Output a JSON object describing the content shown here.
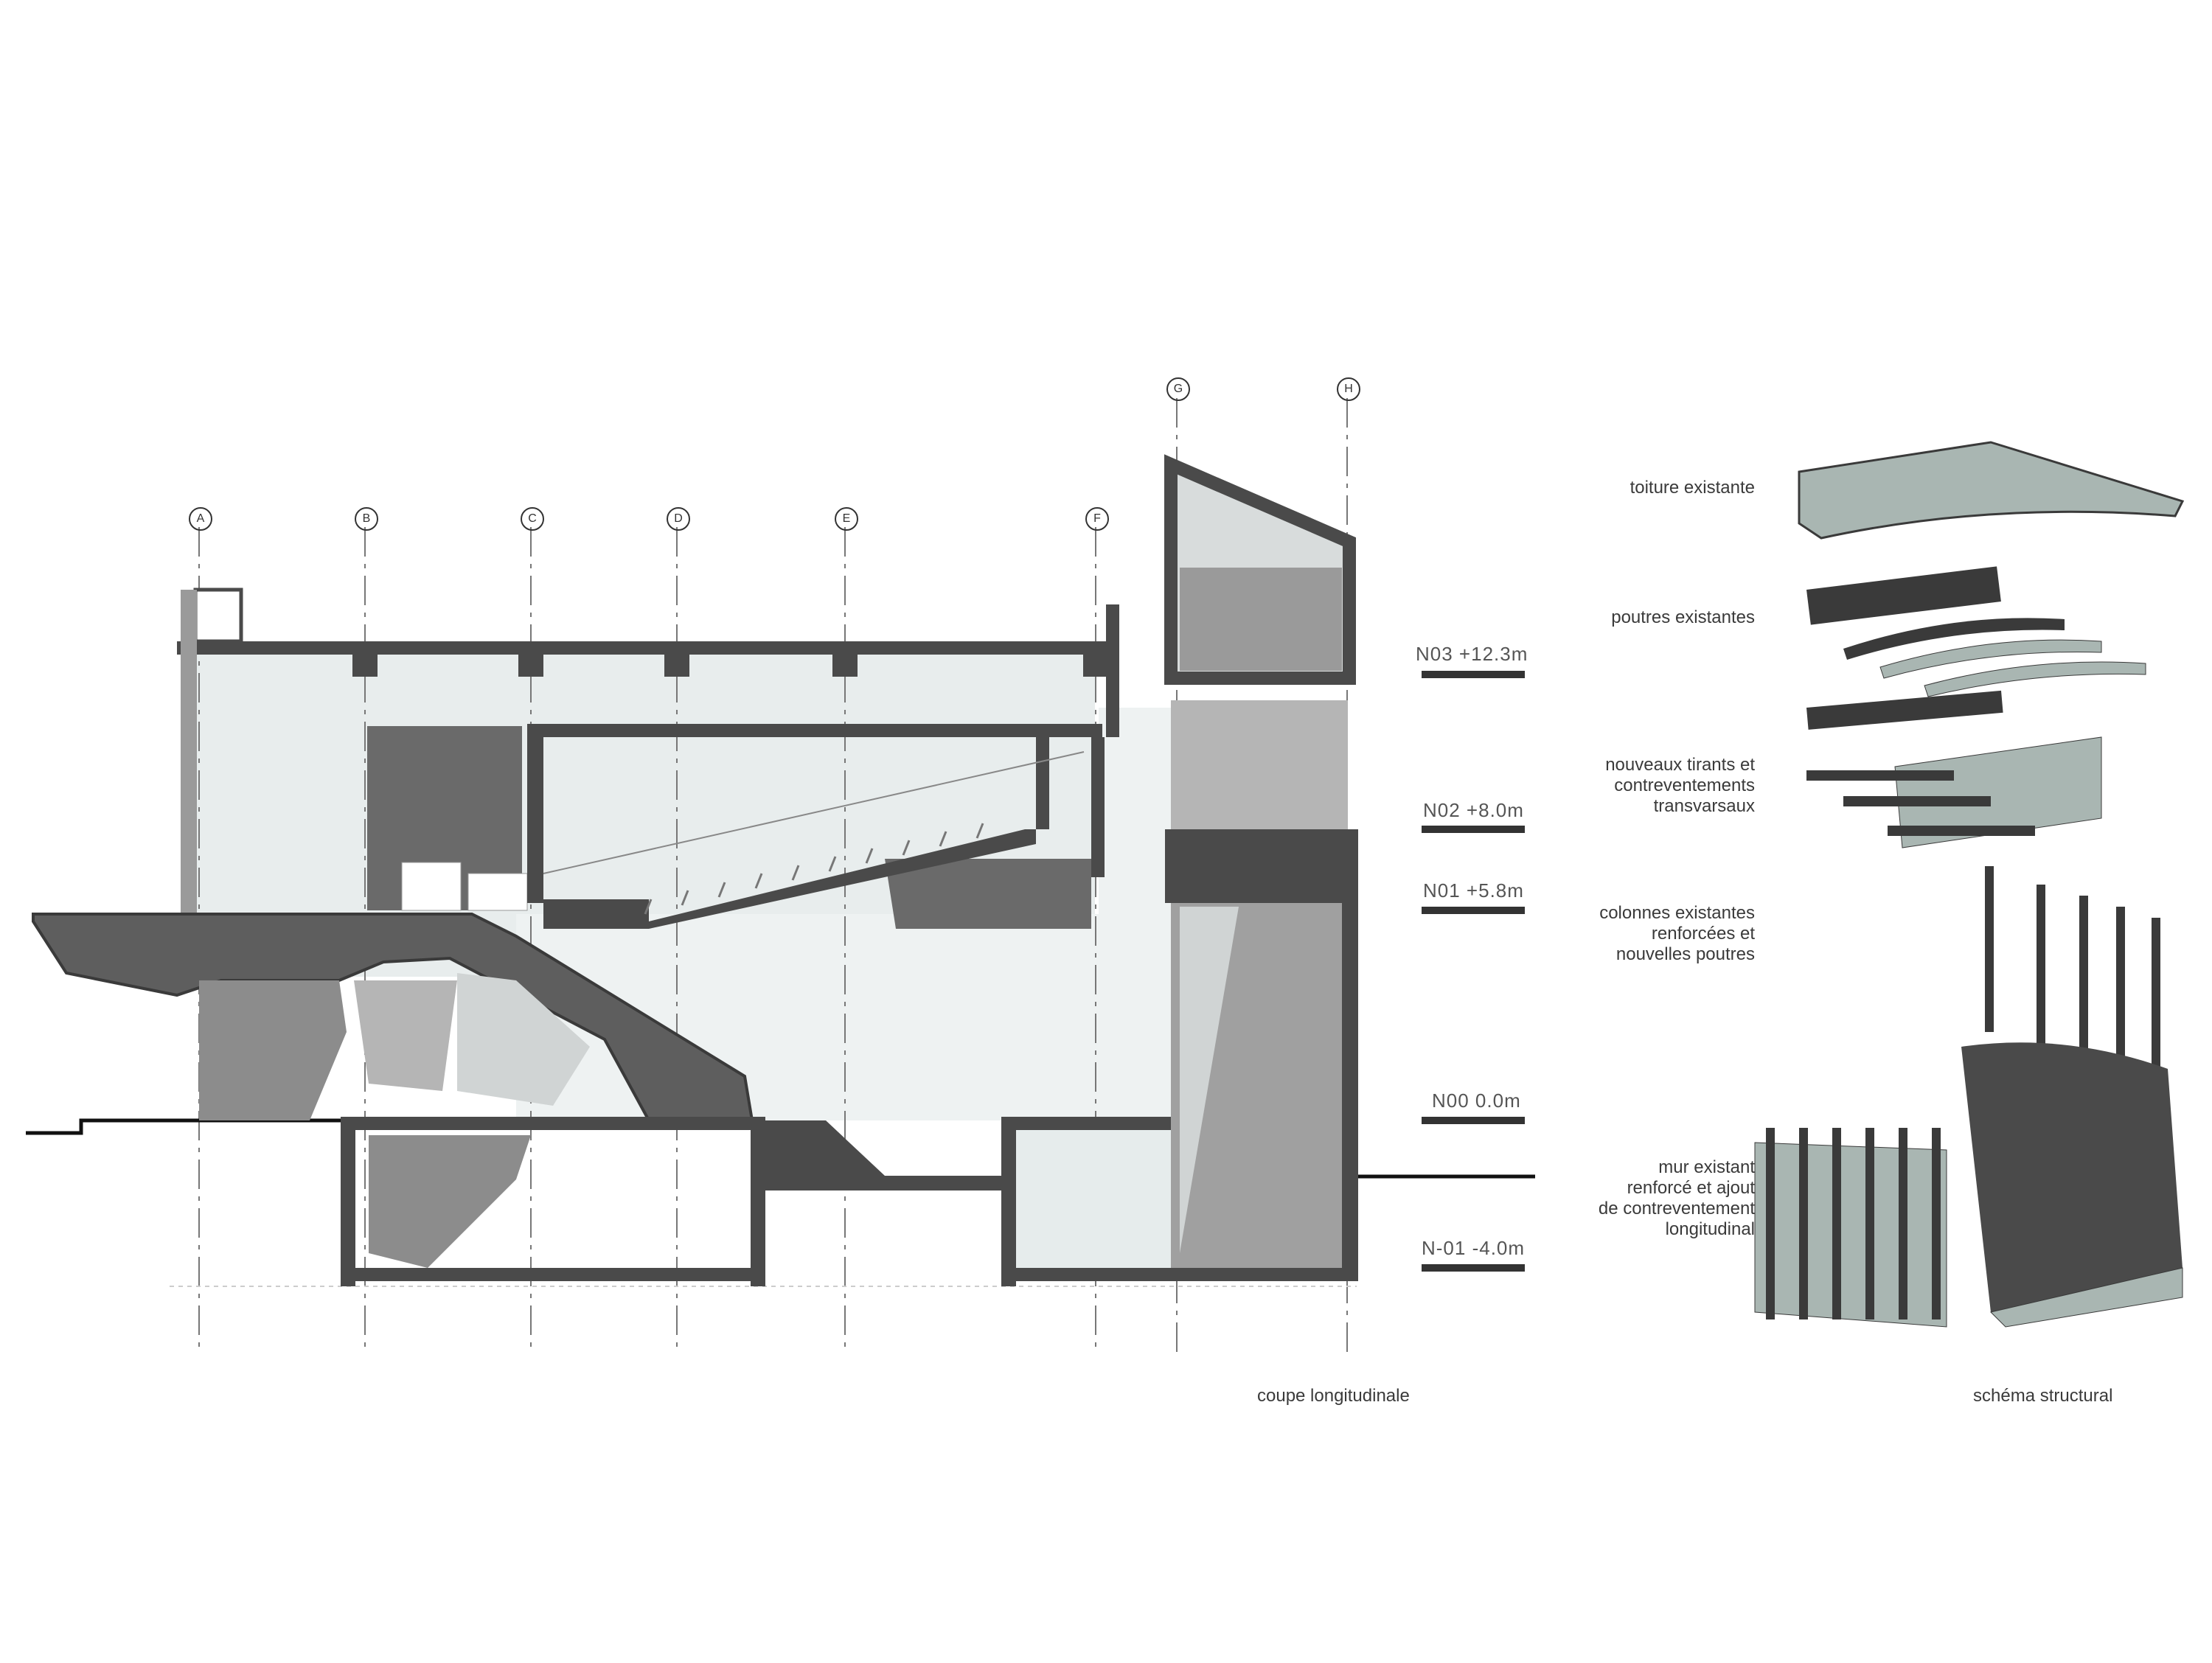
{
  "section": {
    "caption": "coupe longitudinale",
    "axes": [
      "A",
      "B",
      "C",
      "D",
      "E",
      "F",
      "G",
      "H"
    ],
    "levels": [
      {
        "id": "n03",
        "label": "N03 +12.3m"
      },
      {
        "id": "n02",
        "label": "N02 +8.0m"
      },
      {
        "id": "n01",
        "label": "N01 +5.8m"
      },
      {
        "id": "n00",
        "label": "N00 0.0m"
      },
      {
        "id": "nm01",
        "label": "N-01 -4.0m"
      }
    ]
  },
  "structure": {
    "caption": "schéma structural",
    "layers": [
      {
        "id": "toiture",
        "label": "toiture existante"
      },
      {
        "id": "poutres",
        "label": "poutres existantes"
      },
      {
        "id": "tirants",
        "label": "nouveaux tirants et\ncontreventements\ntransvarsaux"
      },
      {
        "id": "colonnes",
        "label": "colonnes existantes\nrenforcées et\nnouvelles poutres"
      },
      {
        "id": "mur",
        "label": "mur existant\nrenforcé  et ajout\nde contreventement\nlongitudinal"
      }
    ]
  },
  "colors": {
    "wall": "#4a4a4a",
    "dark_fill": "#5e5e5e",
    "mid_fill": "#8c8c8c",
    "light_fill": "#b5b5b5",
    "glass": "#e6ecec",
    "layer_teal": "#a9b6b2"
  }
}
